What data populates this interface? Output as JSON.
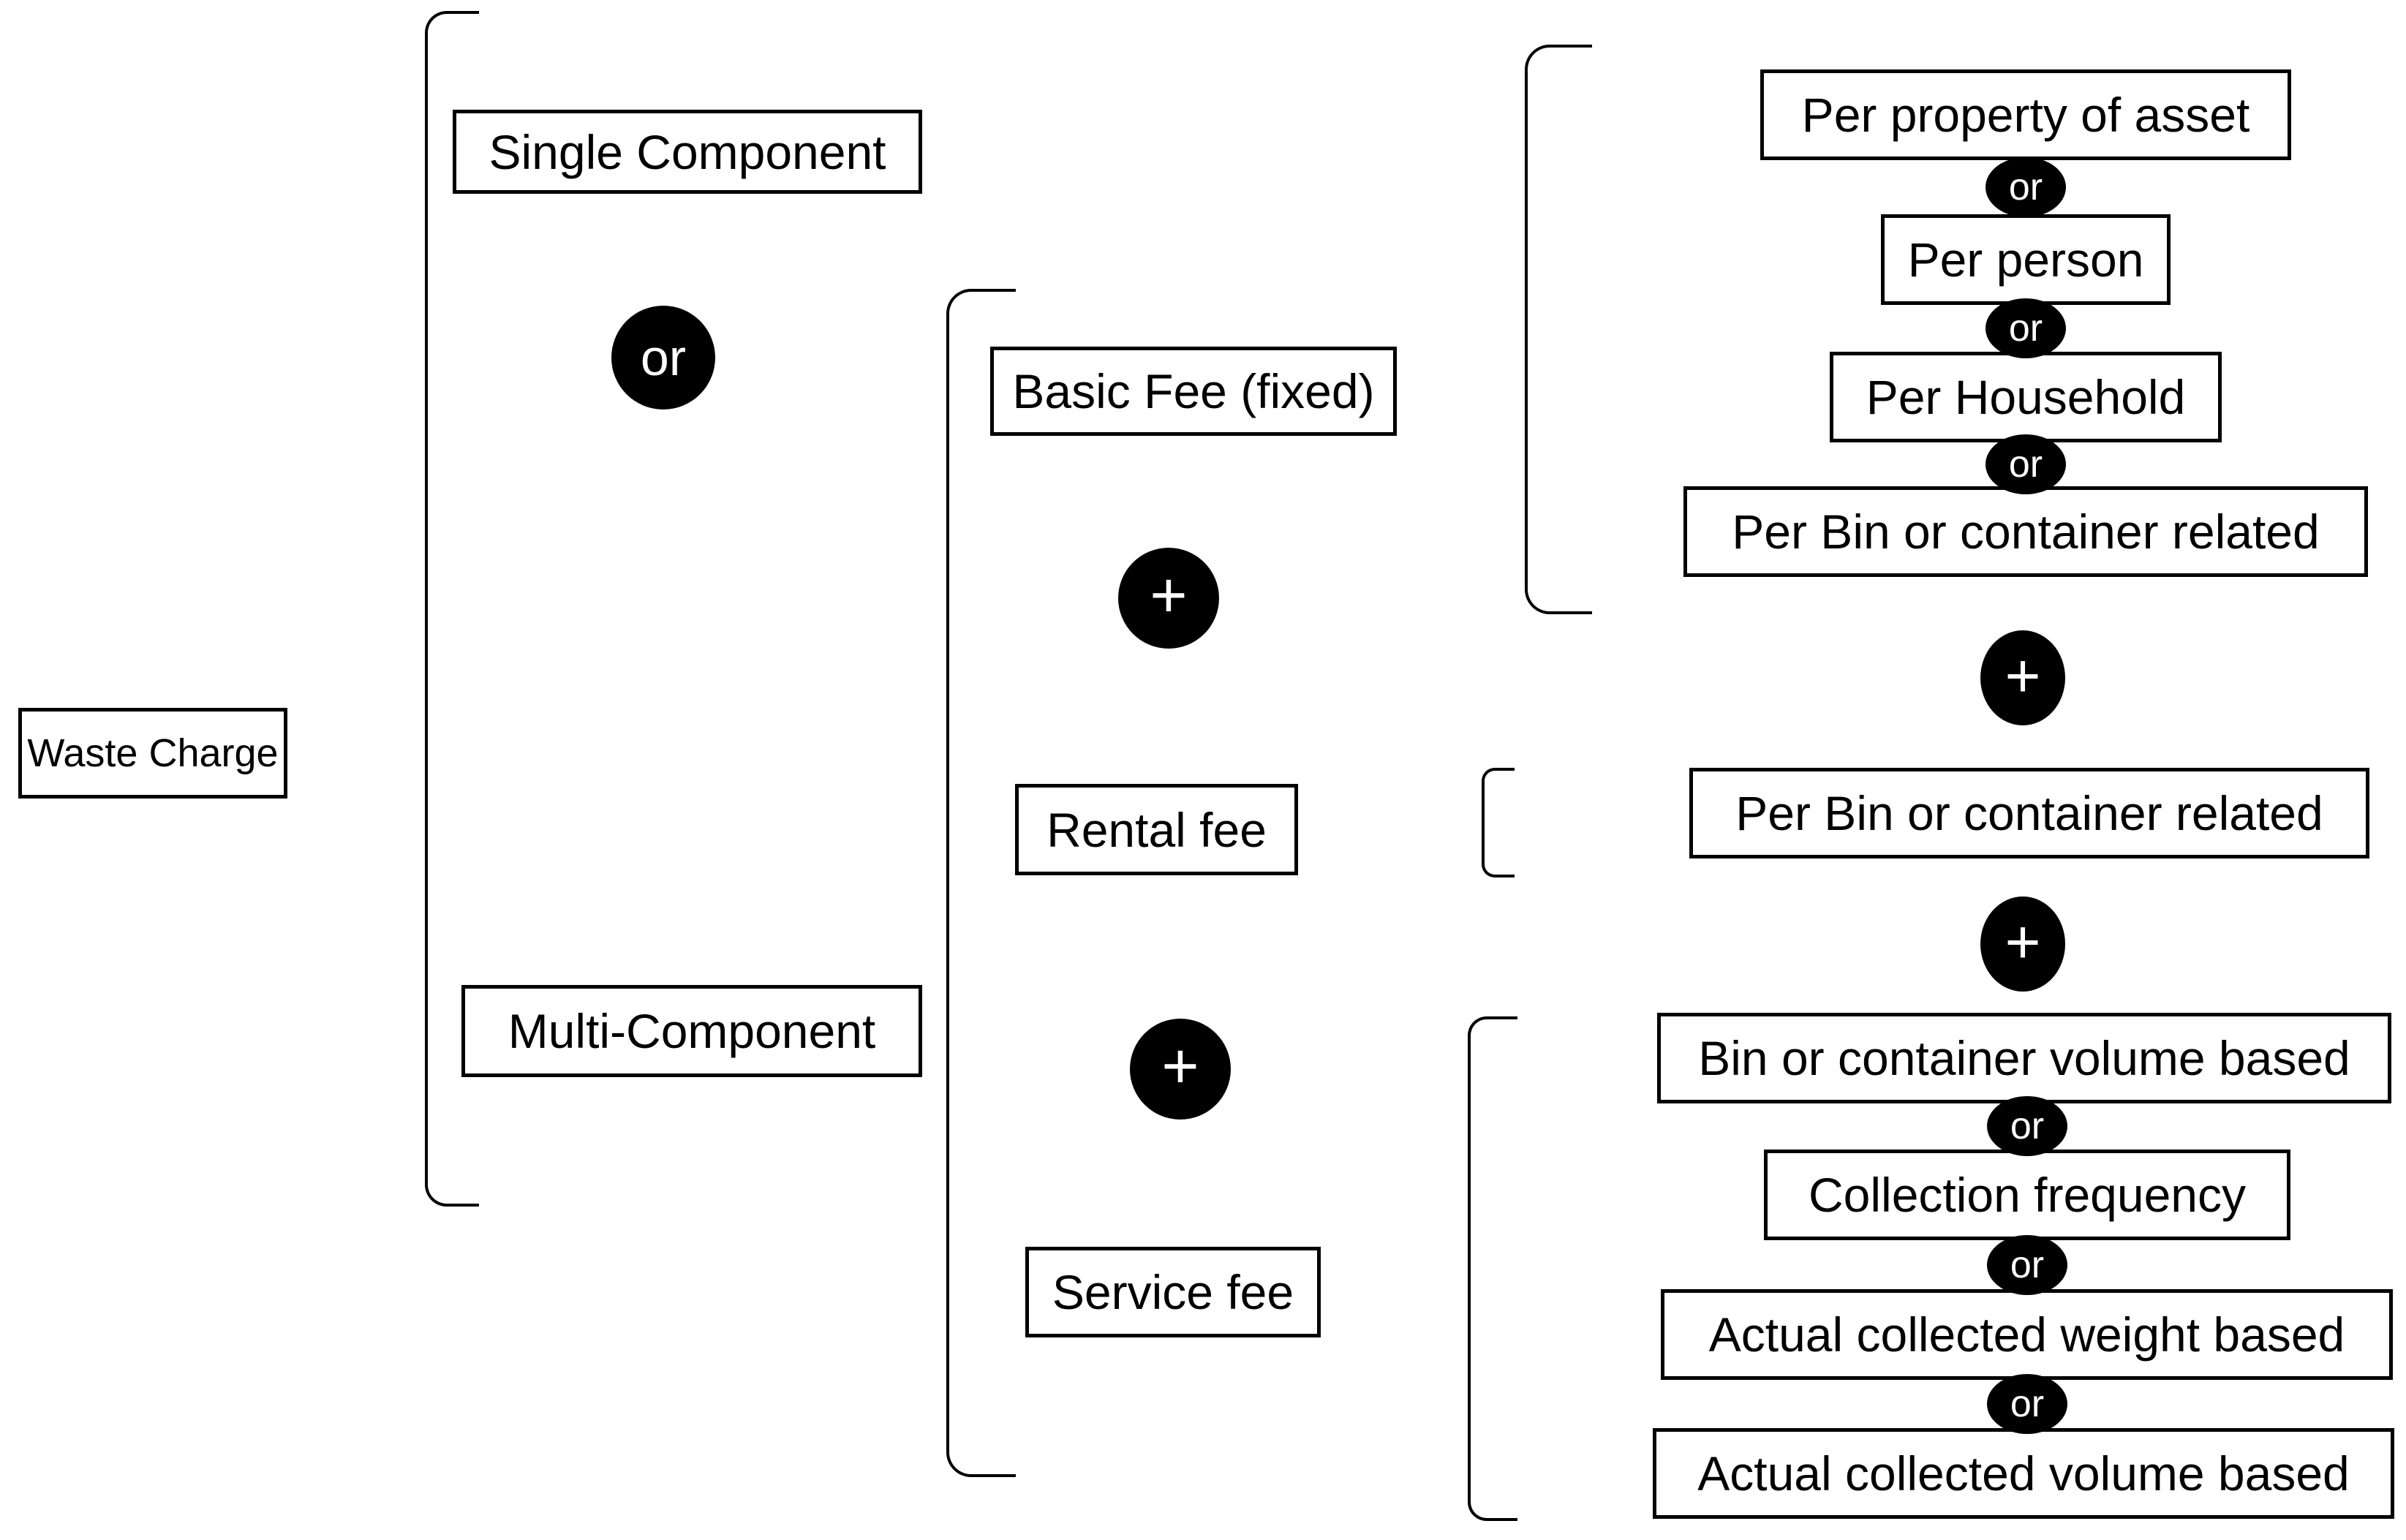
{
  "root_label": "Waste Charge",
  "operators": {
    "or": "or",
    "plus": "+"
  },
  "structure_options": [
    "Single Component",
    "Multi-Component"
  ],
  "fee_components": [
    "Basic Fee (fixed)",
    "Rental fee",
    "Service fee"
  ],
  "basic_fee_options": [
    "Per property of asset",
    "Per person",
    "Per Household",
    "Per Bin or container related"
  ],
  "rental_fee_options": [
    "Per Bin or container related"
  ],
  "service_fee_options": [
    "Bin or container volume based",
    "Collection frequency",
    "Actual collected weight based",
    "Actual collected volume based"
  ],
  "colors": {
    "ink": "#000000",
    "background": "#ffffff",
    "connector_fill": "#000000",
    "connector_text": "#ffffff"
  }
}
